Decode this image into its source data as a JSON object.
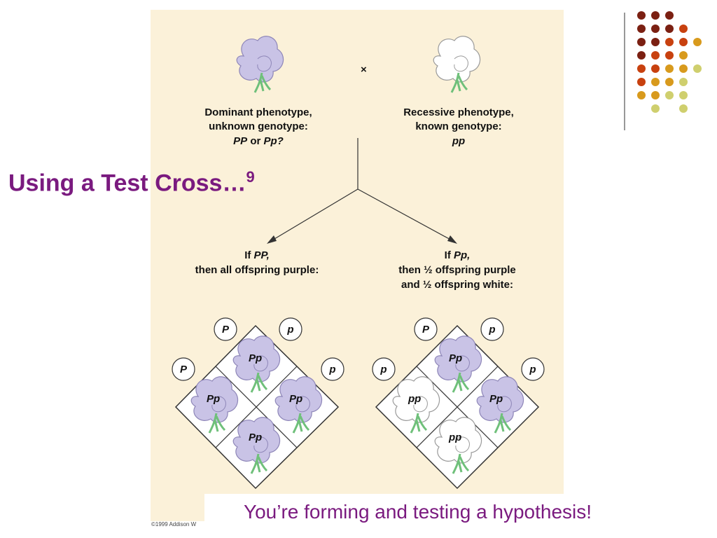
{
  "slide": {
    "title": "Using a Test Cross…",
    "title_sup": "9",
    "caption": "You’re forming and testing a hypothesis!",
    "copyright": "©1999 Addison W"
  },
  "figure": {
    "cross_symbol": "×",
    "left_parent": {
      "label_lines": [
        "Dominant phenotype,",
        "unknown genotype:"
      ],
      "genotype_a": "PP",
      "or_word": "or",
      "genotype_b": "Pp?",
      "flower_color": "purple"
    },
    "right_parent": {
      "label_lines": [
        "Recessive phenotype,",
        "known genotype:",
        "pp"
      ],
      "flower_color": "white"
    },
    "left_outcome": {
      "line1_prefix": "If ",
      "line1_genotype": "PP,",
      "line2": "then all offspring purple:"
    },
    "right_outcome": {
      "line1_prefix": "If ",
      "line1_genotype": "Pp,",
      "line2": "then ½ offspring purple",
      "line3": "and ½ offspring white:"
    },
    "left_square": {
      "top_left_allele": "P",
      "top_right_allele": "p",
      "left_allele": "P",
      "right_allele": "p",
      "cells": {
        "top": "Pp",
        "left": "Pp",
        "right": "Pp",
        "bottom": "Pp"
      },
      "cell_colors": {
        "top": "purple",
        "left": "purple",
        "right": "purple",
        "bottom": "purple"
      }
    },
    "right_square": {
      "top_left_allele": "P",
      "top_right_allele": "p",
      "left_allele": "p",
      "right_allele": "p",
      "cells": {
        "top": "Pp",
        "left": "pp",
        "right": "Pp",
        "bottom": "pp"
      },
      "cell_colors": {
        "top": "purple",
        "left": "white",
        "right": "purple",
        "bottom": "white"
      }
    }
  },
  "colors": {
    "title": "#7a1a7f",
    "figure_bg": "#fbf1d9",
    "purple_flower": "#c9c3e6",
    "white_flower": "#ffffff",
    "stem": "#6fc07a",
    "dot_palette": [
      "#7b2012",
      "#c8410f",
      "#d89a1d",
      "#cfcf6e"
    ]
  }
}
